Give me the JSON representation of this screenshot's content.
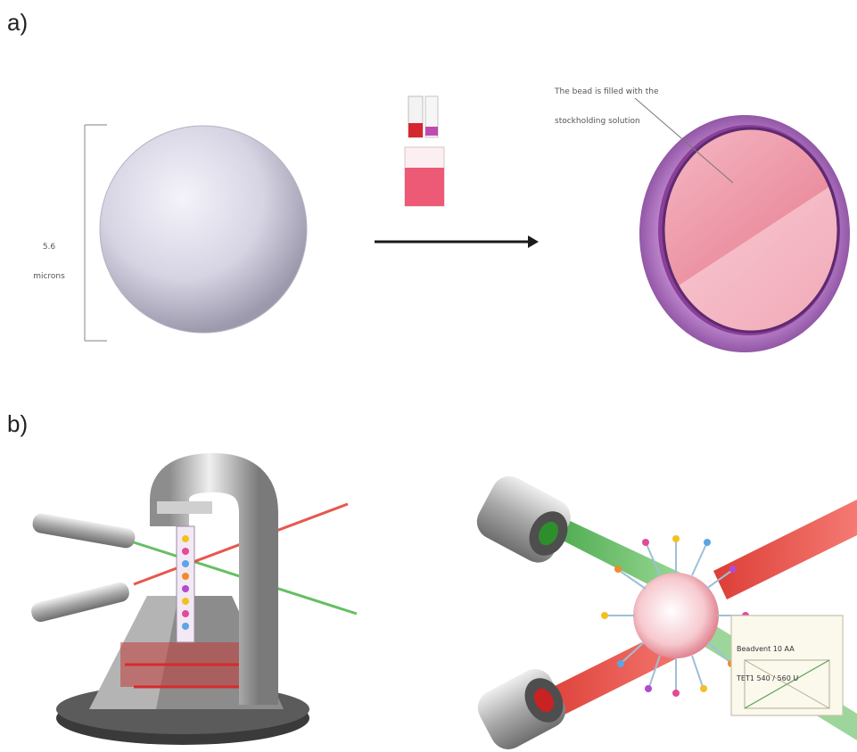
{
  "panels": {
    "a": {
      "label": "a)"
    },
    "b": {
      "label": "b)"
    }
  },
  "panel_a": {
    "size_label_line1": "5.6",
    "size_label_line2": "microns",
    "annotation_line1": "The bead is filled with the",
    "annotation_line2": "stockholding solution"
  },
  "panel_b": {
    "inset_line1": "Beadvent 10 AA",
    "inset_line2": "TET1 540 / 560 U"
  },
  "colors": {
    "sphere": "#d9d7e6",
    "bead_shell": "#a65bb8",
    "bead_fill": "#f2a6b6",
    "arrow": "#1a1a1a",
    "laser_red": "#e8332b",
    "laser_green": "#3fae3a",
    "metal": "#bdbdbd",
    "base_dark": "#3a3a3a"
  },
  "icons": [
    "microsphere-icon",
    "vial-icon",
    "reaction-arrow-icon",
    "filled-bead-icon",
    "flow-cytometer-icon",
    "laser-icon",
    "bead-probe-cluster-icon"
  ]
}
